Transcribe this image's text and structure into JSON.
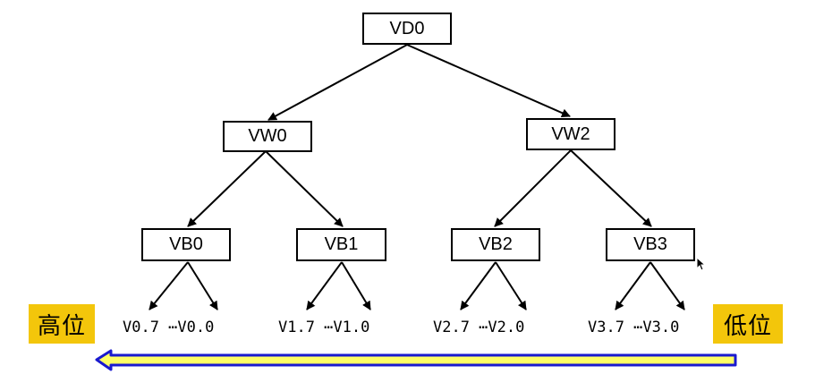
{
  "tree": {
    "root": {
      "label": "VD0"
    },
    "words": [
      {
        "label": "VW0"
      },
      {
        "label": "VW2"
      }
    ],
    "bytes": [
      {
        "label": "VB0"
      },
      {
        "label": "VB1"
      },
      {
        "label": "VB2"
      },
      {
        "label": "VB3"
      }
    ],
    "bit_ranges": [
      {
        "text": "V0.7 ⋯V0.0"
      },
      {
        "text": "V1.7 ⋯V1.0"
      },
      {
        "text": "V2.7 ⋯V2.0"
      },
      {
        "text": "V3.7 ⋯V3.0"
      }
    ]
  },
  "labels": {
    "high": "高位",
    "low": "低位"
  },
  "colors": {
    "tag_background": "#f3c60b",
    "arrow_fill": "#ffff66",
    "arrow_outline": "#1a1ad0"
  }
}
